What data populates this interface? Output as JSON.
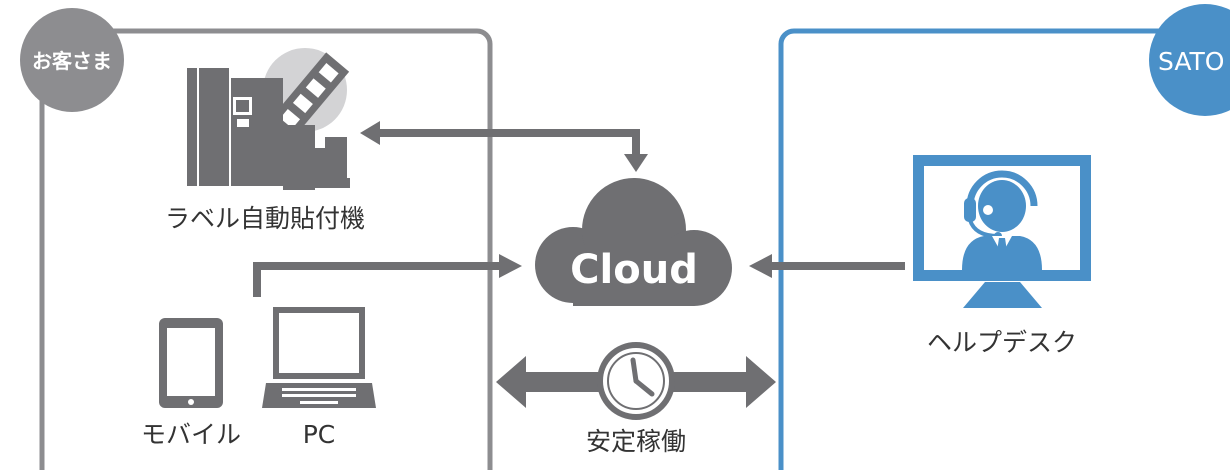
{
  "customer": {
    "badge": "お客さま",
    "printer_label": "ラベル自動貼付機",
    "mobile_label": "モバイル",
    "pc_label": "PC"
  },
  "center": {
    "cloud_label": "Cloud",
    "uptime_label": "安定稼働"
  },
  "sato": {
    "badge": "SATO",
    "helpdesk_label": "ヘルプデスク"
  },
  "colors": {
    "gray": "#6f6f72",
    "light_gray": "#c9c9cb",
    "blue": "#4a90c8",
    "frame_gray": "#8d8d90"
  }
}
